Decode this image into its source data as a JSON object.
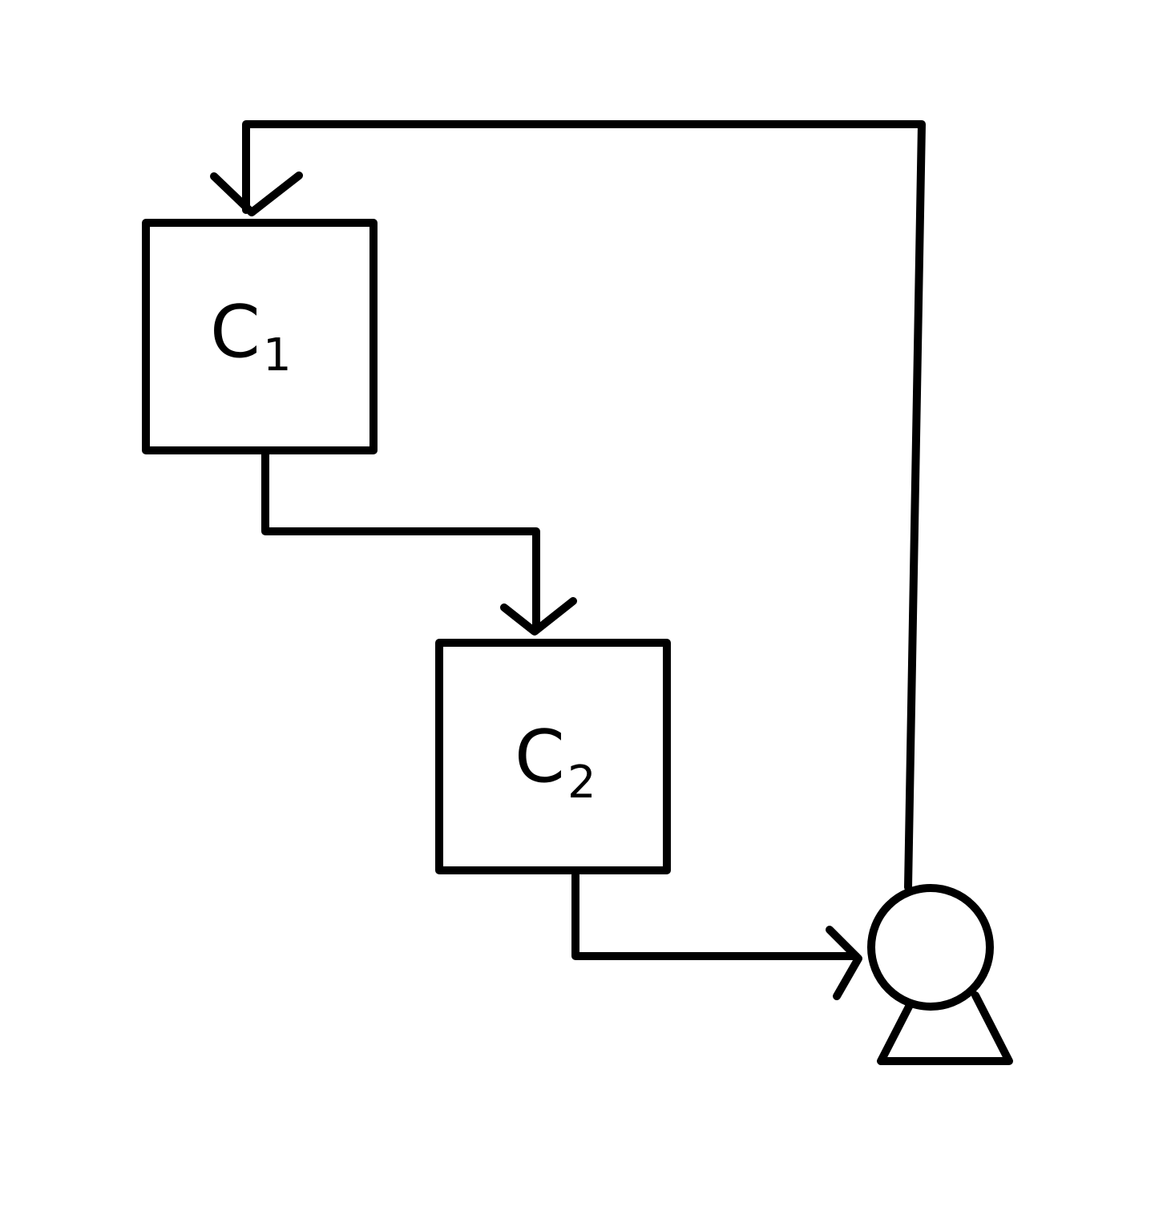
{
  "diagram": {
    "nodes": [
      {
        "id": "c1",
        "label": "C",
        "subscript": "1",
        "shape": "box"
      },
      {
        "id": "c2",
        "label": "C",
        "subscript": "2",
        "shape": "box"
      },
      {
        "id": "pump",
        "label": "",
        "shape": "pump-symbol"
      }
    ],
    "edges": [
      {
        "from": "c1",
        "to": "c2"
      },
      {
        "from": "c2",
        "to": "pump"
      },
      {
        "from": "pump",
        "to": "c1"
      }
    ],
    "stroke_color": "#000000"
  }
}
